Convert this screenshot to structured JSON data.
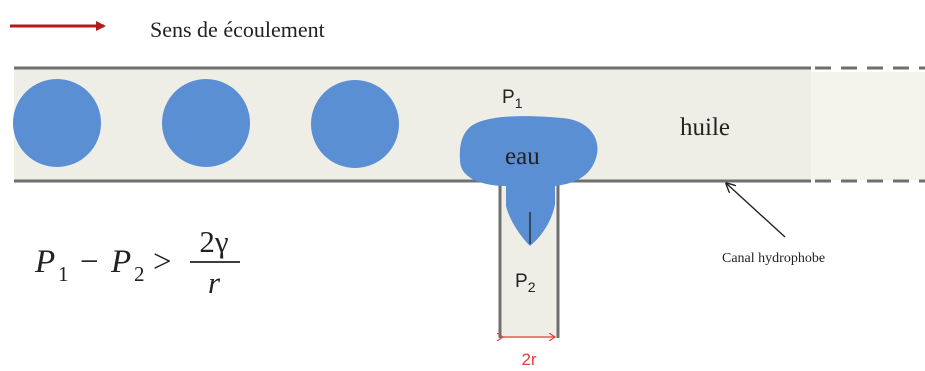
{
  "legend": {
    "flow_direction_label": "Sens de écoulement"
  },
  "labels": {
    "p1": "P",
    "p1_sub": "1",
    "p2": "P",
    "p2_sub": "2",
    "water": "eau",
    "oil": "huile",
    "channel_note": "Canal hydrophobe",
    "width": "2r"
  },
  "equation": {
    "p1": "P",
    "sub1": "1",
    "minus": "−",
    "p2": "P",
    "sub2": "2",
    "gt": ">",
    "numerator": "2γ",
    "denominator": "r"
  },
  "colors": {
    "arrow_red": "#b01c1c",
    "droplet_blue": "#5b8fd4",
    "channel_fill": "#efeee6",
    "wall": "#6f6f6f",
    "width_marker": "#e2403a"
  }
}
